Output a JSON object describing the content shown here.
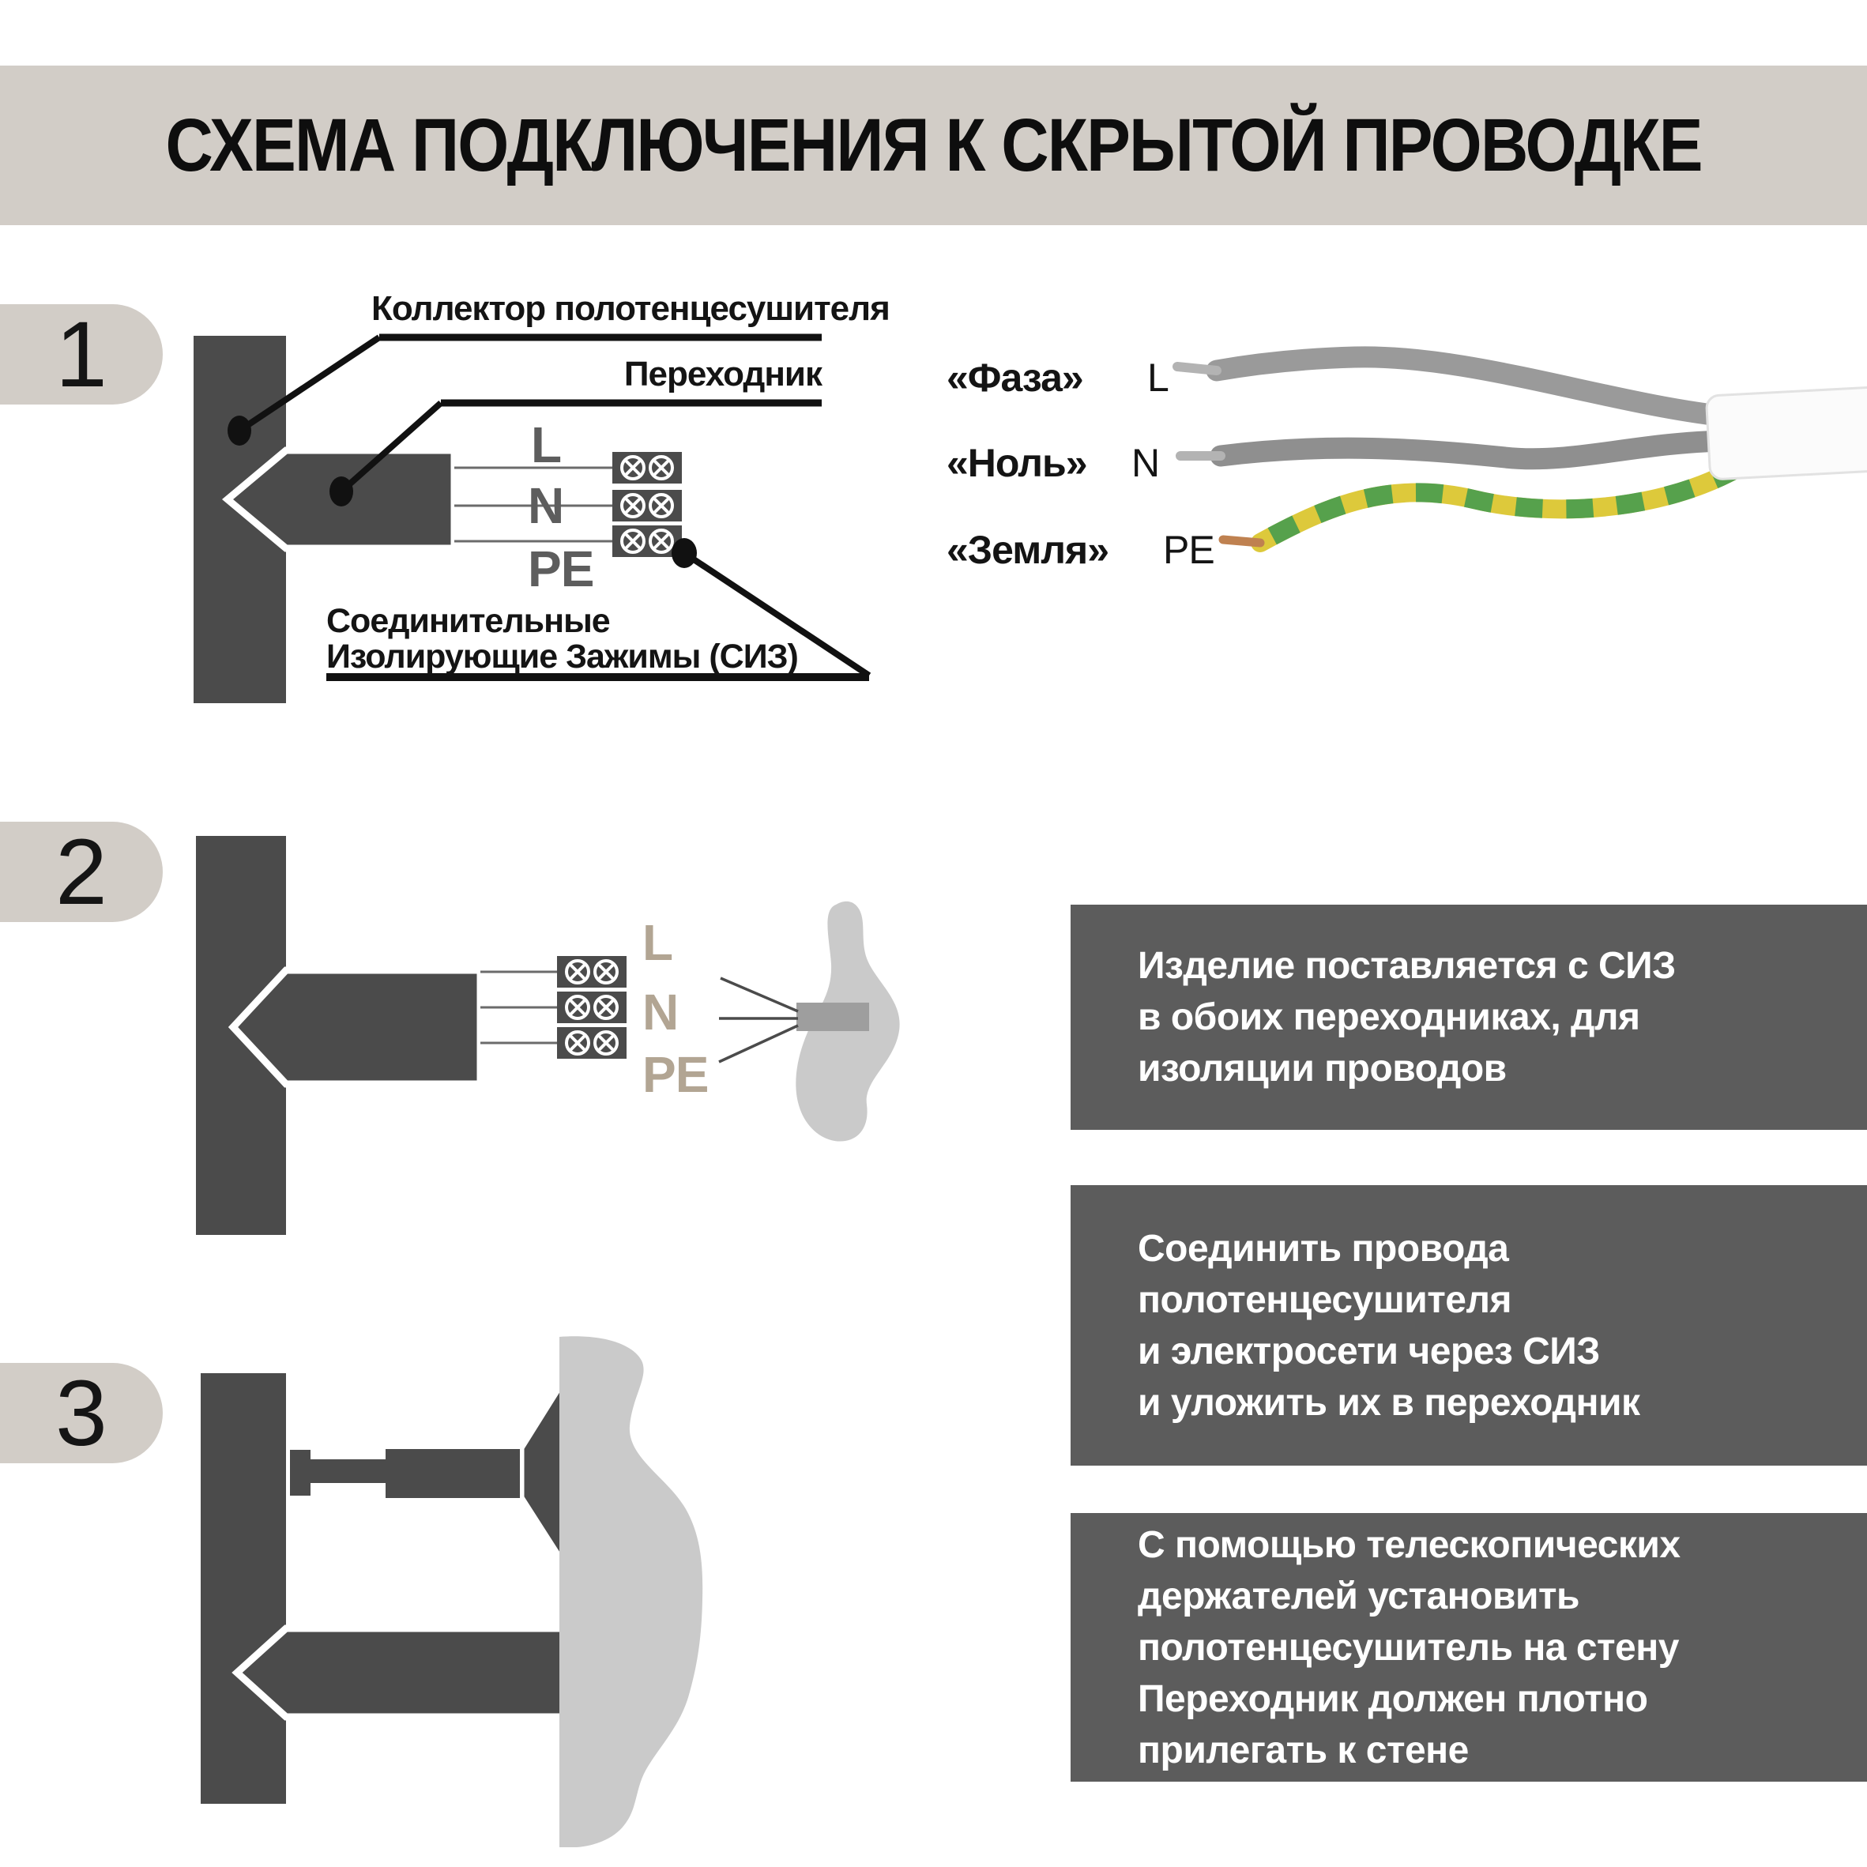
{
  "title": "СХЕМА ПОДКЛЮЧЕНИЯ К СКРЫТОЙ ПРОВОДКЕ",
  "steps": [
    "1",
    "2",
    "3"
  ],
  "diagram1": {
    "collector_label": "Коллектор полотенцесушителя",
    "adapter_label": "Переходник",
    "siz_label_line1": "Соединительные",
    "siz_label_line2": "Изолирующие Зажимы (СИЗ)",
    "terminals": {
      "l": "L",
      "n": "N",
      "pe": "PE"
    }
  },
  "diagram2": {
    "terminals": {
      "l": "L",
      "n": "N",
      "pe": "PE"
    }
  },
  "wire_legend": {
    "phase_word": "«Фаза»",
    "phase_letter": "L",
    "neutral_word": "«Ноль»",
    "neutral_letter": "N",
    "earth_word": "«Земля»",
    "earth_letter": "PE"
  },
  "notes": [
    "Изделие поставляется с СИЗ\nв обоих переходниках, для\nизоляции проводов",
    "Соединить провода\nполотенцесушителя\nи электросети через СИЗ\nи уложить их в переходник",
    "С помощью телескопических\nдержателей установить\nполотенцесушитель на стену\nПереходник должен плотно\nприлегать к стене"
  ],
  "colors": {
    "header_bg": "#d2cdc7",
    "dark_shape": "#4b4b4b",
    "note_bg": "#5c5c5c",
    "wall_plaster": "#cacaca",
    "tan_terminal_text": "#b2a593",
    "earth_wire_green": "#56a14c",
    "earth_wire_yellow": "#ddc93b"
  }
}
